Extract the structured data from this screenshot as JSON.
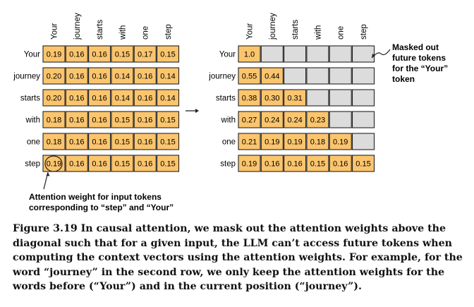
{
  "tokens": [
    "Your",
    "journey",
    "starts",
    "with",
    "one",
    "step"
  ],
  "left_matrix": [
    [
      "0.19",
      "0.16",
      "0.16",
      "0.15",
      "0.17",
      "0.15"
    ],
    [
      "0.20",
      "0.16",
      "0.16",
      "0.14",
      "0.16",
      "0.14"
    ],
    [
      "0.20",
      "0.16",
      "0.16",
      "0.14",
      "0.16",
      "0.14"
    ],
    [
      "0.18",
      "0.16",
      "0.16",
      "0.15",
      "0.16",
      "0.15"
    ],
    [
      "0.18",
      "0.16",
      "0.16",
      "0.15",
      "0.16",
      "0.15"
    ],
    [
      "0.19",
      "0.16",
      "0.16",
      "0.15",
      "0.16",
      "0.15"
    ]
  ],
  "right_matrix": [
    [
      "1.0",
      "",
      "",
      "",
      "",
      ""
    ],
    [
      "0.55",
      "0.44",
      "",
      "",
      "",
      ""
    ],
    [
      "0.38",
      "0.30",
      "0.31",
      "",
      "",
      ""
    ],
    [
      "0.27",
      "0.24",
      "0.24",
      "0.23",
      "",
      ""
    ],
    [
      "0.21",
      "0.19",
      "0.19",
      "0.18",
      "0.19",
      ""
    ],
    [
      "0.19",
      "0.16",
      "0.16",
      "0.15",
      "0.16",
      "0.15"
    ]
  ],
  "annotations": {
    "masked_line1": "Masked out",
    "masked_line2": "future tokens",
    "masked_line3": "for the “Your”",
    "masked_line4": "token",
    "weight_line1": "Attention weight for input tokens",
    "weight_line2": "corresponding to “step” and “Your”"
  },
  "caption": {
    "label": "Figure 3.19",
    "text": "In causal attention, we mask out the attention weights above the diagonal such that for a given input, the LLM can’t access future tokens when computing the context vectors using the attention weights. For example, for the word “journey” in the second row, we only keep the attention weights for the words before (“Your”) and in the current position (“journey”)."
  },
  "colors": {
    "cell_fill": "#fbc56e",
    "masked_fill": "#dcdcdc",
    "border": "#222222"
  }
}
